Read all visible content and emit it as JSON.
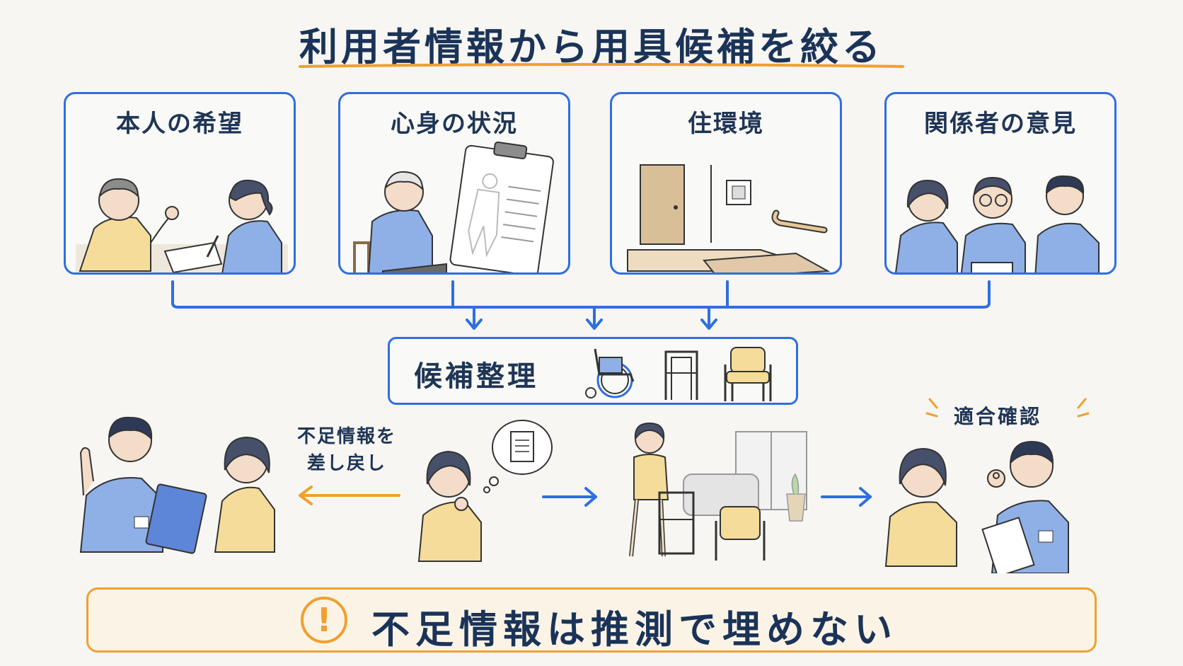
{
  "title": "利用者情報から用具候補を絞る",
  "panels": [
    {
      "label": "本人の希望",
      "icon": "conversation-illustration"
    },
    {
      "label": "心身の状況",
      "icon": "assessment-illustration"
    },
    {
      "label": "住環境",
      "icon": "home-environment-illustration"
    },
    {
      "label": "関係者の意見",
      "icon": "stakeholders-illustration"
    }
  ],
  "candidate": {
    "label": "候補整理",
    "icons": [
      "wheelchair-icon",
      "walker-icon",
      "chair-icon"
    ]
  },
  "flow": {
    "return_label_line1": "不足情報を",
    "return_label_line2": "差し戻し",
    "fit_label": "適合確認"
  },
  "banner": {
    "icon_glyph": "!",
    "text": "不足情報は推測で埋めない"
  },
  "colors": {
    "blue": "#2f6ee0",
    "orange": "#f0a030",
    "navy": "#1f3556"
  }
}
